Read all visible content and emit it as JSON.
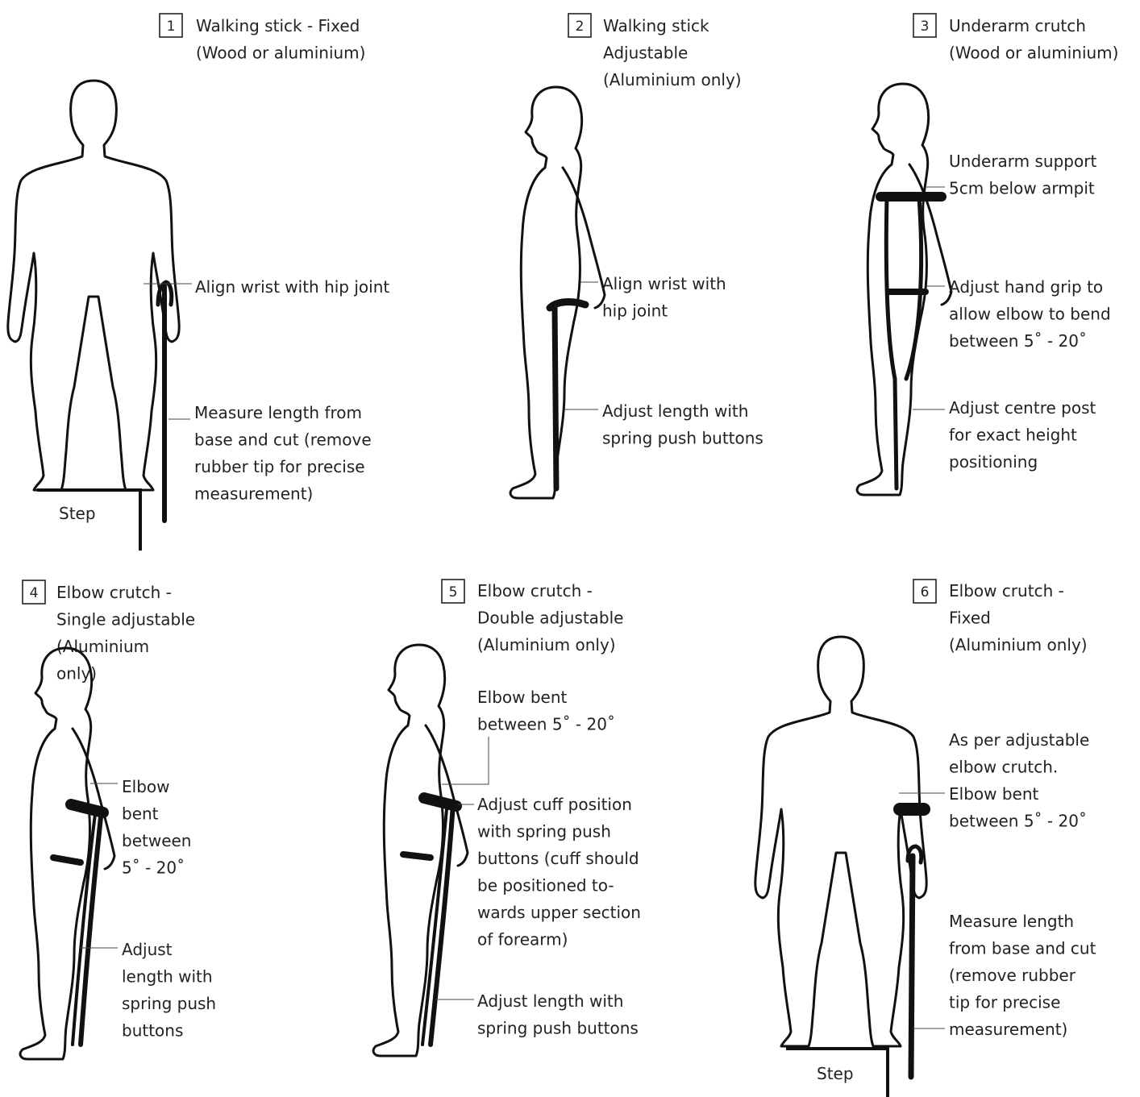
{
  "panels": [
    {
      "number": "1",
      "title": [
        "Walking stick - Fixed",
        "(Wood or aluminium)"
      ],
      "notes": [
        [
          "Align wrist with hip joint"
        ],
        [
          "Measure length from",
          "base and cut (remove",
          "rubber tip for precise",
          "measurement)"
        ]
      ],
      "step": "Step"
    },
    {
      "number": "2",
      "title": [
        "Walking stick",
        "Adjustable",
        "(Aluminium only)"
      ],
      "notes": [
        [
          "Align wrist with",
          "hip joint"
        ],
        [
          "Adjust length with",
          "spring push buttons"
        ]
      ]
    },
    {
      "number": "3",
      "title": [
        "Underarm crutch",
        "(Wood or aluminium)"
      ],
      "notes": [
        [
          "Underarm support",
          "5cm below armpit"
        ],
        [
          "Adjust hand grip to",
          "allow elbow to bend",
          "between 5˚ - 20˚"
        ],
        [
          "Adjust centre post",
          "for exact height",
          "positioning"
        ]
      ]
    },
    {
      "number": "4",
      "title": [
        "Elbow crutch -",
        "Single adjustable",
        "(Aluminium",
        "only)"
      ],
      "notes": [
        [
          "Elbow",
          "bent",
          "between",
          "5˚ - 20˚"
        ],
        [
          "Adjust",
          "length with",
          "spring push",
          "buttons"
        ]
      ]
    },
    {
      "number": "5",
      "title": [
        "Elbow crutch -",
        "Double adjustable",
        "(Aluminium only)"
      ],
      "notes": [
        [
          "Elbow bent",
          "between 5˚ - 20˚"
        ],
        [
          "Adjust cuff position",
          "with spring push",
          "buttons (cuff should",
          "be positioned to-",
          "wards upper section",
          "of forearm)"
        ],
        [
          "Adjust length with",
          "spring push buttons"
        ]
      ]
    },
    {
      "number": "6",
      "title": [
        "Elbow crutch -",
        "Fixed",
        "(Aluminium only)"
      ],
      "notes": [
        [
          "As per adjustable",
          "elbow crutch.",
          "Elbow bent",
          "between 5˚ - 20˚"
        ],
        [
          "Measure length",
          "from base and cut",
          "(remove rubber",
          "tip for precise",
          "measurement)"
        ]
      ],
      "step": "Step"
    }
  ]
}
